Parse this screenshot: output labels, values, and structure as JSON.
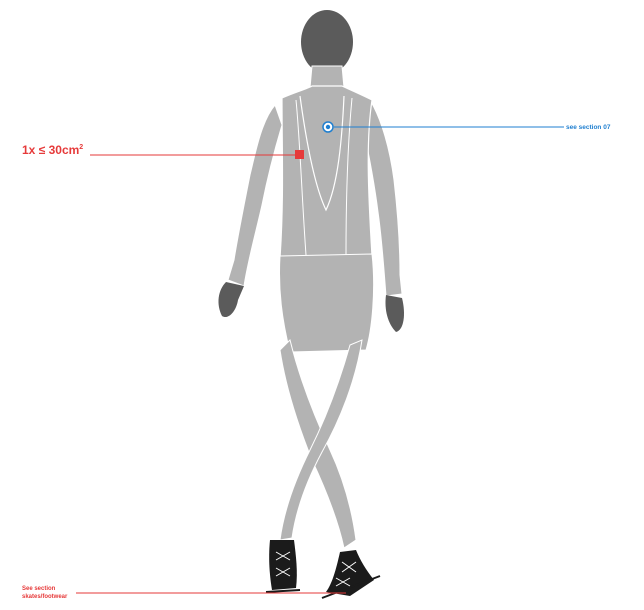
{
  "colors": {
    "body": "#b3b3b3",
    "head_hands": "#5b5b5b",
    "outline": "#ffffff",
    "accent_red": "#e63a3a",
    "accent_blue": "#1f7fd0",
    "skate": "#1b1b1b"
  },
  "callouts": {
    "logo_size": {
      "prefix": "1x ≤ 30cm",
      "sup": "2"
    },
    "section_07": "see section 07",
    "skates": {
      "line1": "See section",
      "line2": "skates/footwear"
    }
  },
  "icons": {
    "logo_marker": "red-square",
    "section_marker": "blue-ring-dot"
  }
}
